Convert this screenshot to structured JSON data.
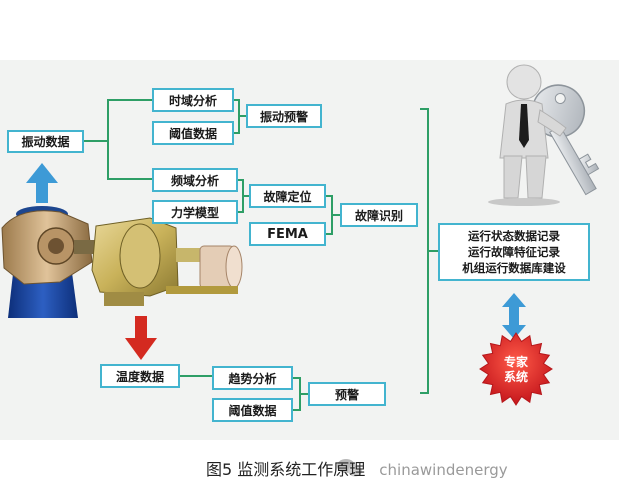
{
  "boxes": {
    "vibration_data": "振动数据",
    "time_domain": "时域分析",
    "threshold_1": "阈值数据",
    "vibration_warning": "振动预警",
    "freq_domain": "频域分析",
    "mechanics_model": "力学模型",
    "fault_location": "故障定位",
    "fema": "FEMA",
    "fault_identification": "故障识别",
    "temperature_data": "温度数据",
    "trend_analysis": "趋势分析",
    "threshold_2": "阈值数据",
    "warning": "预警"
  },
  "records": {
    "line1": "运行状态数据记录",
    "line2": "运行故障特征记录",
    "line3": "机组运行数据库建设"
  },
  "expert_system": "专家\n系统",
  "caption": {
    "text": "图5 监测系统工作原理",
    "watermark": "chinawindenergy"
  },
  "colors": {
    "box_border": "#43b4cf",
    "line": "#2e9e66",
    "blue_arrow": "#3d9ad6",
    "red_arrow": "#d42a20",
    "badge": "#e0262a"
  }
}
